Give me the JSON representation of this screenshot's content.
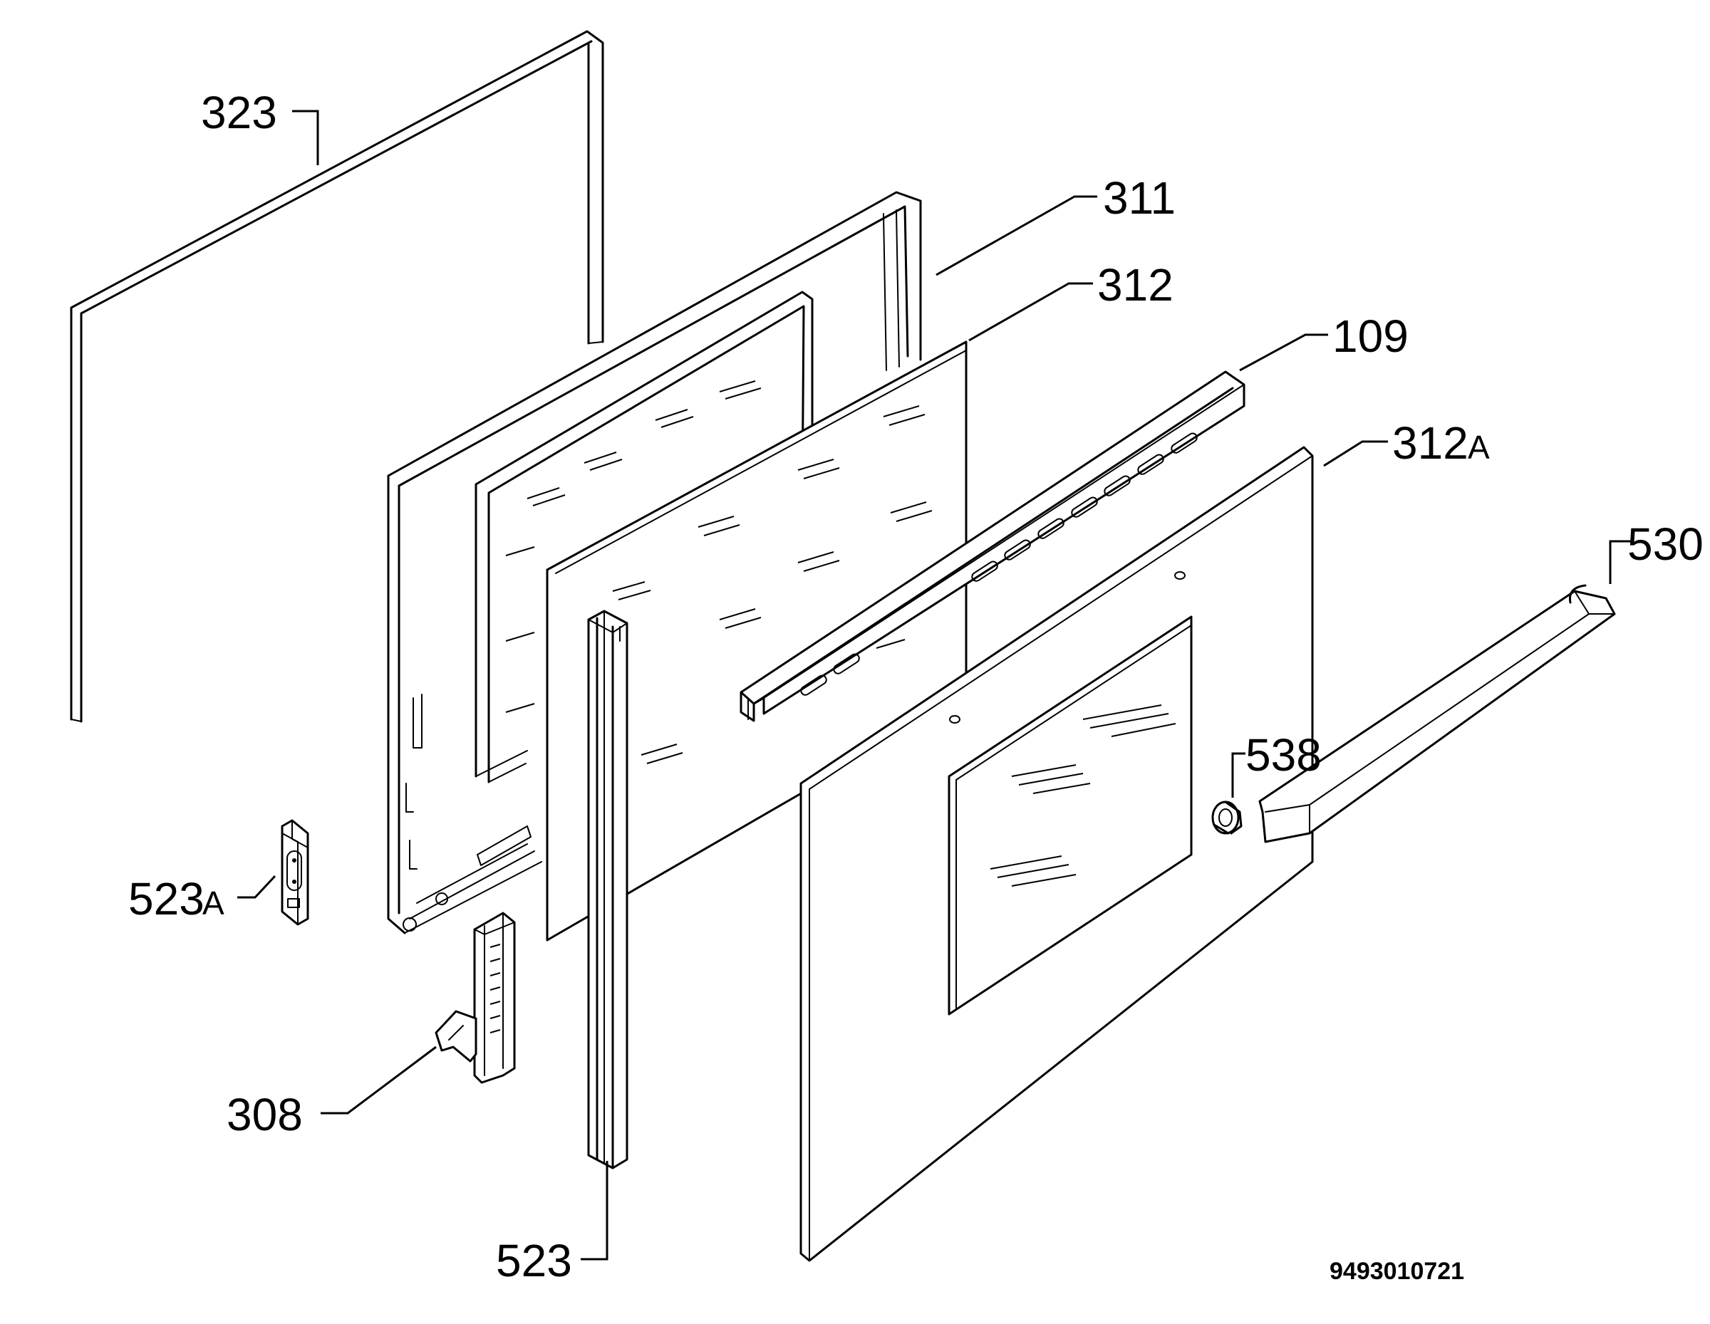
{
  "diagram": {
    "drawing_code": "9493010721",
    "labels": {
      "p323": "323",
      "p311": "311",
      "p312": "312",
      "p109": "109",
      "p312a_num": "312",
      "p312a_sfx": "A",
      "p530": "530",
      "p538": "538",
      "p523a_num": "523",
      "p523a_sfx": "A",
      "p308": "308",
      "p523": "523"
    }
  }
}
